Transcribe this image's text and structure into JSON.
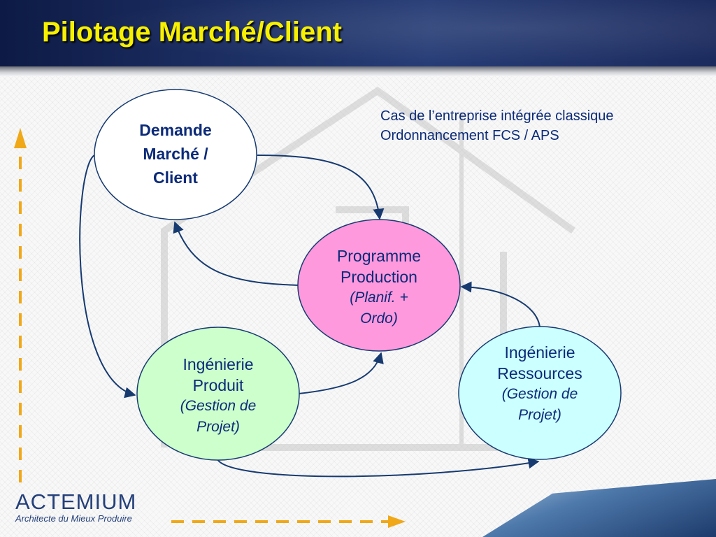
{
  "slide": {
    "title": "Pilotage Marché/Client"
  },
  "caption": {
    "line1": "Cas de l’entreprise intégrée classique",
    "line2": "Ordonnancement FCS / APS"
  },
  "nodes": {
    "demande": {
      "line1": "Demande",
      "line2": "Marché /",
      "line3": "Client"
    },
    "programme": {
      "line1": "Programme",
      "line2": "Production",
      "line3": "(Planif. +",
      "line4": "Ordo)"
    },
    "produit": {
      "line1": "Ingénierie",
      "line2": "Produit",
      "line3": "(Gestion de",
      "line4": "Projet)"
    },
    "ressources": {
      "line1": "Ingénierie",
      "line2": "Ressources",
      "line3": "(Gestion de",
      "line4": "Projet)"
    }
  },
  "colors": {
    "title": "#f7f000",
    "text": "#0b2a78",
    "arrow": "#163a70",
    "demande_fill": "#ffffff",
    "programme_fill": "#ff99dd",
    "produit_fill": "#ccffcc",
    "ressources_fill": "#ccffff",
    "flow_arrow": "#f0a818"
  },
  "logo": {
    "name": "ACTEMIUM",
    "tagline": "Architecte du Mieux Produire"
  }
}
